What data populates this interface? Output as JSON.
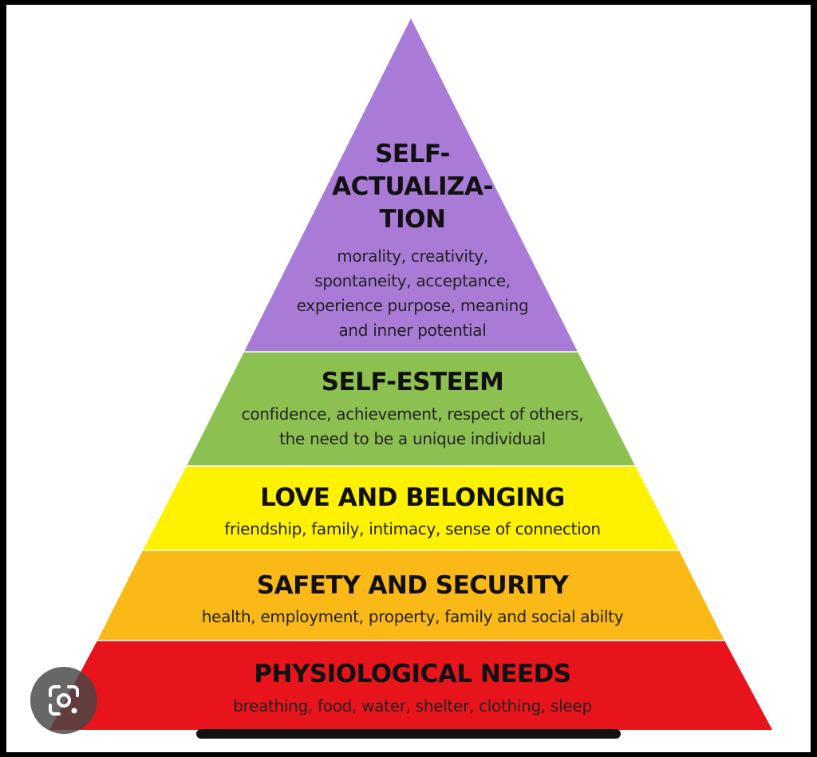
{
  "pyramid": {
    "levels": [
      {
        "title_lines": [
          "SELF-",
          "ACTUALIZA-",
          "TION"
        ],
        "desc_lines": [
          "morality, creativity,",
          "spontaneity, acceptance,",
          "experience purpose, meaning",
          "and inner potential"
        ],
        "color": "#a97bd6"
      },
      {
        "title_lines": [
          "SELF-ESTEEM"
        ],
        "desc_lines": [
          "confidence, achievement, respect of others,",
          "the need to be a unique individual"
        ],
        "color": "#8cc152"
      },
      {
        "title_lines": [
          "LOVE AND BELONGING"
        ],
        "desc_lines": [
          "friendship, family, intimacy, sense of connection"
        ],
        "color": "#fff200"
      },
      {
        "title_lines": [
          "SAFETY AND SECURITY"
        ],
        "desc_lines": [
          "health, employment, property, family and social abilty"
        ],
        "color": "#fbb917"
      },
      {
        "title_lines": [
          "PHYSIOLOGICAL NEEDS"
        ],
        "desc_lines": [
          "breathing, food, water, shelter, clothing, sleep"
        ],
        "color": "#e8141c"
      }
    ]
  },
  "overlay": {
    "lens_icon": "google-lens-icon"
  }
}
